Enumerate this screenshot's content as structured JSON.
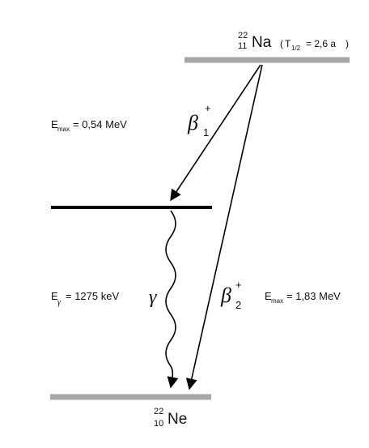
{
  "parent": {
    "mass_number": "22",
    "atomic_number": "11",
    "symbol": "Na",
    "half_life_symbol": "T",
    "half_life_subscript": "1/2",
    "half_life_value": "= 2,6 a"
  },
  "daughter": {
    "mass_number": "22",
    "atomic_number": "10",
    "symbol": "Ne"
  },
  "beta1": {
    "symbol": "β",
    "superscript": "+",
    "subscript": "1",
    "energy_prefix": "E",
    "energy_subscript": "max",
    "energy_value": "= 0,54 MeV"
  },
  "beta2": {
    "symbol": "β",
    "superscript": "+",
    "subscript": "2",
    "energy_prefix": "E",
    "energy_subscript": "max",
    "energy_value": "= 1,83 MeV"
  },
  "gamma": {
    "symbol": "γ",
    "energy_prefix": "E",
    "energy_subscript": "γ",
    "energy_value": "= 1275 keV"
  },
  "colors": {
    "ground_level": "#a6a6a6",
    "excited_level": "#000000",
    "arrow": "#000000"
  }
}
